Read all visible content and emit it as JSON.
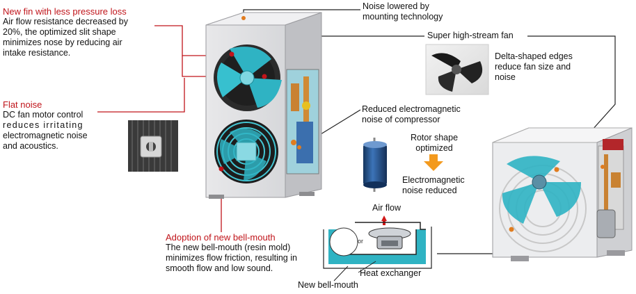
{
  "left_annotations": {
    "new_fin": {
      "title": "New fin with less pressure loss",
      "body_lines": [
        "Air flow resistance decreased by",
        "20%, the optimized slit shape",
        "minimizes nose by reducing air",
        "intake resistance."
      ]
    },
    "flat_noise": {
      "title": "Flat noise",
      "body_lines": [
        "DC fan motor control",
        "reduces irritating",
        "electromagnetic noise",
        "and acoustics."
      ]
    },
    "bell_mouth": {
      "title": "Adoption of new bell-mouth",
      "body_lines": [
        "The new bell-mouth (resin mold)",
        "minimizes flow friction, resulting in",
        "smooth flow and low sound."
      ]
    }
  },
  "right_annotations": {
    "noise_lowered": [
      "Noise lowered by",
      "mounting technology"
    ],
    "fan_title": "Super high-stream fan",
    "fan_desc": [
      "Delta-shaped edges",
      "reduce fan size and",
      "noise"
    ],
    "compressor_title": [
      "Reduced electromagnetic",
      "noise of compressor"
    ],
    "rotor": [
      "Rotor shape",
      "optimized"
    ],
    "em_reduced": [
      "Electromagnetic",
      "noise reduced"
    ]
  },
  "bellmouth_diagram": {
    "air_flow": "Air flow",
    "compressor": "compressor",
    "heat_exchanger": "Heat exchanger",
    "new_bell_mouth": "New bell-mouth"
  },
  "colors": {
    "title_red": "#c0141a",
    "leader_red": "#c0141a",
    "fan_teal": "#2fb3c3",
    "rotor_blue": "#1f4f8f",
    "arrow_orange": "#f39a1e",
    "arrow_red": "#d01818"
  }
}
